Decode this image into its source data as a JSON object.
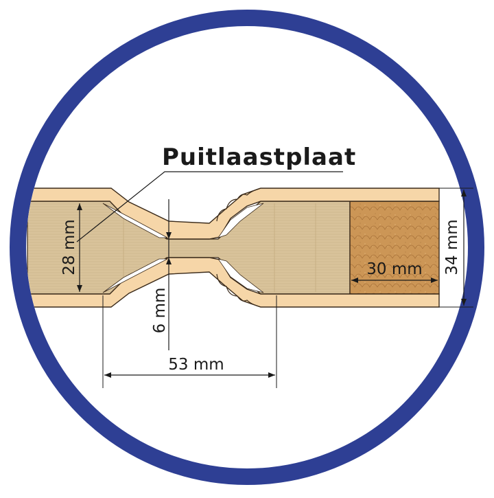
{
  "diagram": {
    "title": "Puitlaastplaat",
    "dimensions": {
      "inner_height": "28 mm",
      "groove_depth": "6 mm",
      "groove_width": "53 mm",
      "core_width": "30 mm",
      "total_height": "34 mm"
    }
  },
  "colors": {
    "ring": "#2e3f94",
    "veneer": "#f6d6a8",
    "veneer_edge": "#3a2a1a",
    "chipboard": "#d8c29a",
    "chipboard_line": "#b9a277",
    "core": "#c99254",
    "core_grain": "#a8743c",
    "dimension_line": "#1a1a1a"
  }
}
